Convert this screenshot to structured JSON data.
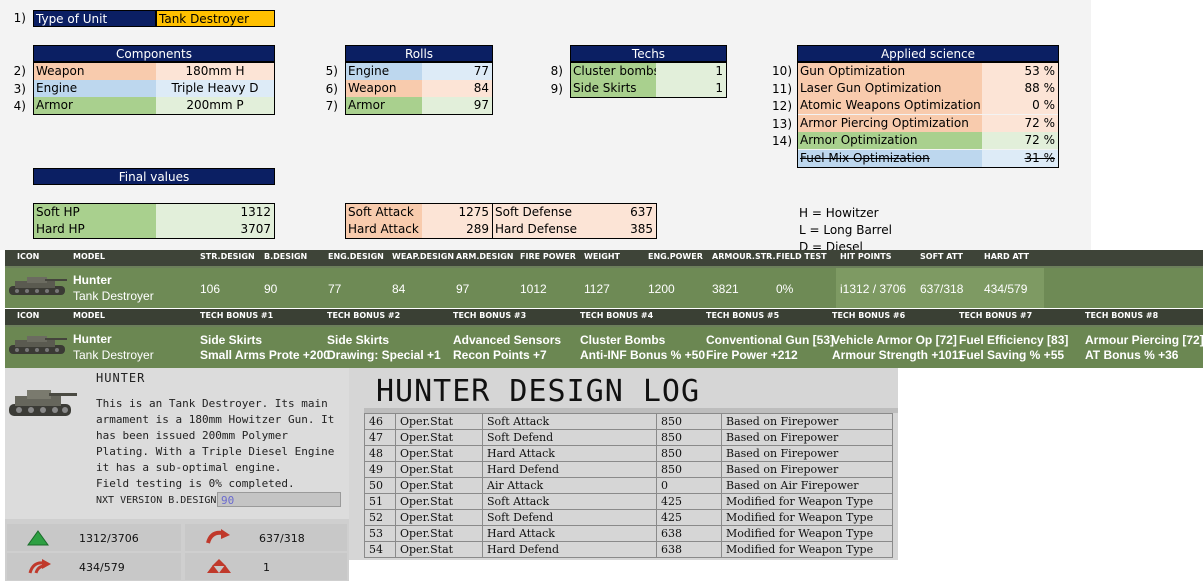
{
  "sheet": {
    "type_of_unit": {
      "num": "1)",
      "label": "Type of Unit",
      "value": "Tank Destroyer"
    },
    "components": {
      "title": "Components",
      "rows": [
        {
          "num": "2)",
          "label": "Weapon",
          "value": "180mm H"
        },
        {
          "num": "3)",
          "label": "Engine",
          "value": "Triple Heavy D"
        },
        {
          "num": "4)",
          "label": "Armor",
          "value": "200mm P"
        }
      ]
    },
    "rolls": {
      "title": "Rolls",
      "rows": [
        {
          "num": "5)",
          "label": "Engine",
          "value": "77"
        },
        {
          "num": "6)",
          "label": "Weapon",
          "value": "84"
        },
        {
          "num": "7)",
          "label": "Armor",
          "value": "97"
        }
      ]
    },
    "techs": {
      "title": "Techs",
      "rows": [
        {
          "num": "8)",
          "label": "Cluster bombs",
          "value": "1"
        },
        {
          "num": "9)",
          "label": "Side Skirts",
          "value": "1"
        }
      ]
    },
    "applied_science": {
      "title": "Applied science",
      "rows": [
        {
          "num": "10)",
          "label": "Gun Optimization",
          "value": "53 %"
        },
        {
          "num": "11)",
          "label": "Laser Gun Optimization",
          "value": "88 %"
        },
        {
          "num": "12)",
          "label": "Atomic Weapons Optimization",
          "value": "0 %"
        },
        {
          "num": "13)",
          "label": "Armor Piercing Optimization",
          "value": "72 %"
        },
        {
          "num": "14)",
          "label": "Armor Optimization",
          "value": "72 %"
        },
        {
          "num": "",
          "label": "Fuel Mix Optimization",
          "value": "31 %"
        }
      ]
    },
    "final_values": {
      "title": "Final values",
      "hp": [
        {
          "label": "Soft HP",
          "value": "1312"
        },
        {
          "label": "Hard HP",
          "value": "3707"
        }
      ],
      "attack": [
        {
          "label": "Soft Attack",
          "value": "1275"
        },
        {
          "label": "Hard Attack",
          "value": "289"
        }
      ],
      "defense": [
        {
          "label": "Soft Defense",
          "value": "637"
        },
        {
          "label": "Hard Defense",
          "value": "385"
        }
      ]
    },
    "legend": [
      "H = Howitzer",
      "L = Long Barrel",
      "D = Diesel"
    ]
  },
  "stats_bar": {
    "headers": [
      "ICON",
      "MODEL",
      "STR.DESIGN",
      "B.DESIGN",
      "ENG.DESIGN",
      "WEAP.DESIGN",
      "ARM.DESIGN",
      "FIRE POWER",
      "WEIGHT",
      "ENG.POWER",
      "ARMOUR.STR.",
      "FIELD TEST",
      "HIT POINTS",
      "SOFT ATT",
      "HARD ATT"
    ],
    "model_name": "Hunter",
    "model_type": "Tank Destroyer",
    "values": [
      "106",
      "90",
      "77",
      "84",
      "97",
      "1012",
      "1127",
      "1200",
      "3821",
      "0%",
      "i1312 / 3706",
      "637/318",
      "434/579"
    ]
  },
  "tech_bar": {
    "headers": [
      "ICON",
      "MODEL",
      "TECH BONUS #1",
      "TECH BONUS #2",
      "TECH BONUS #3",
      "TECH BONUS #4",
      "TECH BONUS #5",
      "TECH BONUS #6",
      "TECH BONUS #7",
      "TECH BONUS #8"
    ],
    "model_name": "Hunter",
    "model_type": "Tank Destroyer",
    "bonuses": [
      {
        "name": "Side Skirts",
        "effect": "Small Arms Prote +200"
      },
      {
        "name": "Side Skirts",
        "effect": "Drawing: Special +1"
      },
      {
        "name": "Advanced Sensors",
        "effect": "Recon Points +7"
      },
      {
        "name": "Cluster Bombs",
        "effect": "Anti-INF Bonus % +50"
      },
      {
        "name": "Conventional Gun [53]",
        "effect": "Fire Power +212"
      },
      {
        "name": "Vehicle Armor Op [72]",
        "effect": "Armour Strength +1011"
      },
      {
        "name": "Fuel Efficiency [83]",
        "effect": "Fuel Saving % +55"
      },
      {
        "name": "Armour Piercing  [72]",
        "effect": "AT Bonus % +36"
      }
    ]
  },
  "hunter_panel": {
    "title": "HUNTER",
    "description": [
      "This is an Tank Destroyer. Its main",
      "armament is a 180mm Howitzer Gun. It",
      "has been issued 200mm Polymer",
      "Plating. With a Triple Diesel Engine",
      "it has a sub-optimal engine.",
      "Field testing is 0% completed."
    ],
    "next_version_label": "NXT VERSION B.DESIGN",
    "next_version_value": "90",
    "stats": [
      {
        "icon": "triangle-up-icon",
        "value": "1312/3706"
      },
      {
        "icon": "curved-arrow-icon",
        "value": "637/318"
      },
      {
        "icon": "double-curved-arrow-icon",
        "value": "434/579"
      },
      {
        "icon": "stacked-triangles-icon",
        "value": "1"
      }
    ]
  },
  "design_log": {
    "title": "HUNTER DESIGN LOG",
    "rows": [
      [
        "46",
        "Oper.Stat",
        "Soft Attack",
        "850",
        "Based on Firepower"
      ],
      [
        "47",
        "Oper.Stat",
        "Soft Defend",
        "850",
        "Based on Firepower"
      ],
      [
        "48",
        "Oper.Stat",
        "Hard Attack",
        "850",
        "Based on Firepower"
      ],
      [
        "49",
        "Oper.Stat",
        "Hard Defend",
        "850",
        "Based on Firepower"
      ],
      [
        "50",
        "Oper.Stat",
        "Air Attack",
        "0",
        "Based on Air Firepower"
      ],
      [
        "51",
        "Oper.Stat",
        "Soft Attack",
        "425",
        "Modified for Weapon Type"
      ],
      [
        "52",
        "Oper.Stat",
        "Soft Defend",
        "425",
        "Modified for Weapon Type"
      ],
      [
        "53",
        "Oper.Stat",
        "Hard Attack",
        "638",
        "Modified for Weapon Type"
      ],
      [
        "54",
        "Oper.Stat",
        "Hard Defend",
        "638",
        "Modified for Weapon Type"
      ]
    ]
  }
}
